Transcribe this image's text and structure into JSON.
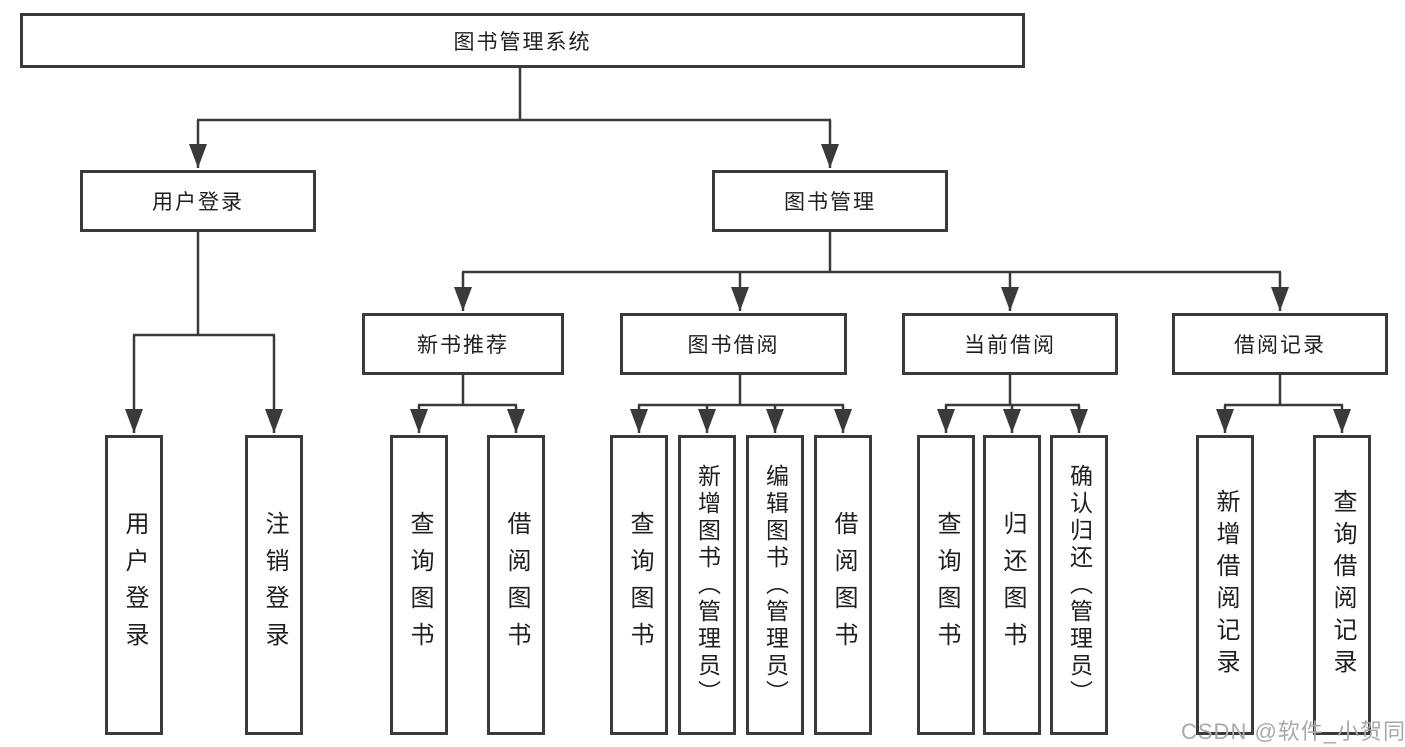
{
  "root": {
    "label": "图书管理系统"
  },
  "level2": {
    "user_login": "用户登录",
    "book_mgmt": "图书管理"
  },
  "level3": {
    "new_books": "新书推荐",
    "borrow": "图书借阅",
    "current": "当前借阅",
    "records": "借阅记录"
  },
  "leaves": [
    "用户登录",
    "注销登录",
    "查询图书",
    "借阅图书",
    "查询图书",
    "新增图书（管理员）",
    "编辑图书（管理员）",
    "借阅图书",
    "查询图书",
    "归还图书",
    "确认归还（管理员）",
    "新增借阅记录",
    "查询借阅记录"
  ],
  "watermark": "CSDN @软件_小贺同学",
  "colors": {
    "line": "#3a3a3c",
    "text": "#1f1f1f",
    "watermark": "#a8a8b0",
    "background": "#ffffff"
  }
}
